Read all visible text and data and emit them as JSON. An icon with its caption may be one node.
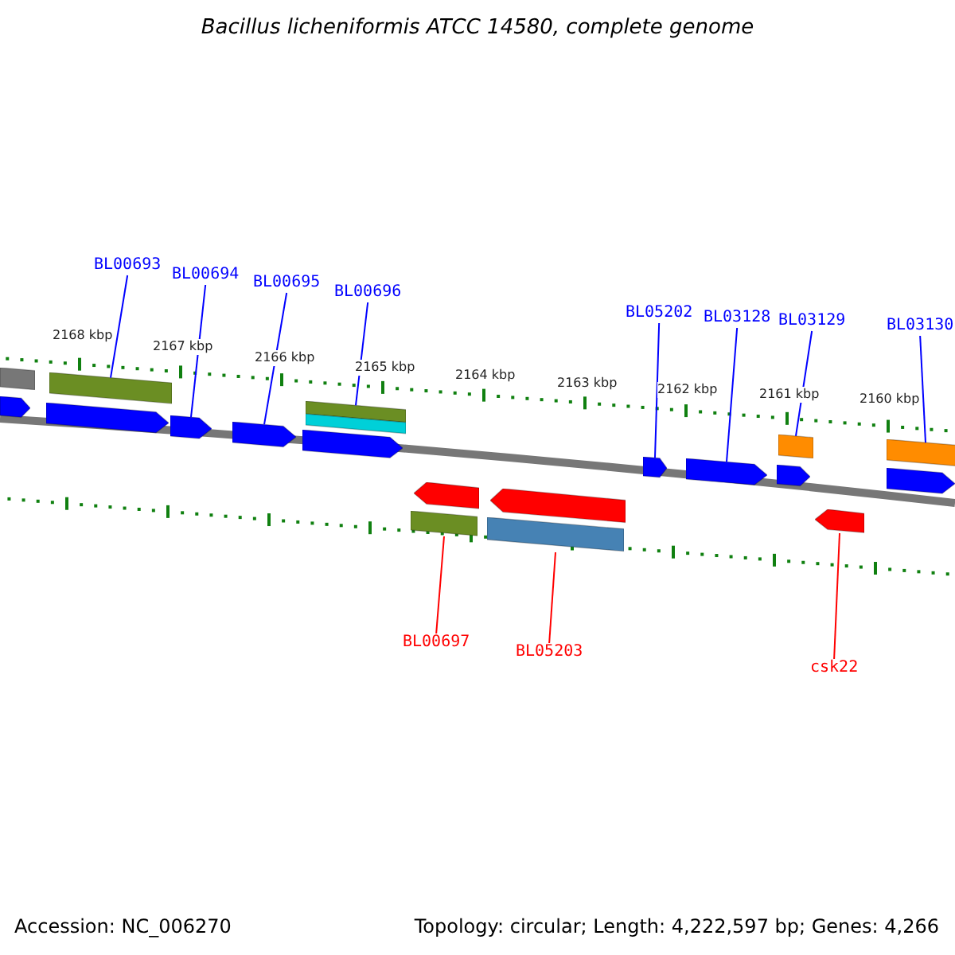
{
  "diagram": {
    "title": "Bacillus licheniformis ATCC 14580, complete genome",
    "nodes": [
      {
        "text": [
          "BL00693"
        ]
      },
      {
        "text": [
          "BL00694"
        ]
      },
      {
        "text": [
          "BL00695"
        ]
      },
      {
        "text": [
          "BL00696"
        ]
      },
      {
        "text": [
          "BL05202"
        ]
      },
      {
        "text": [
          "BL03128"
        ]
      },
      {
        "text": [
          "BL03129"
        ]
      },
      {
        "text": [
          "BL03130"
        ]
      },
      {
        "text": [
          "BL00697"
        ]
      },
      {
        "text": [
          "BL05203"
        ]
      },
      {
        "text": [
          "csk22"
        ]
      },
      {
        "text": [],
        "shape": "bar"
      },
      {
        "text": [],
        "shape": "arrow"
      },
      {
        "text": [],
        "shape": "arrow"
      },
      {
        "text": [],
        "shape": "bar"
      },
      {
        "text": [],
        "shape": "arrow"
      },
      {
        "text": [],
        "shape": "arrow"
      },
      {
        "text": [],
        "shape": "bar"
      },
      {
        "text": [],
        "shape": "bar"
      },
      {
        "text": [],
        "shape": "bar"
      },
      {
        "text": [],
        "shape": "bar"
      },
      {
        "text": [],
        "shape": "arrow"
      },
      {
        "text": [],
        "shape": "bar"
      },
      {
        "text": [],
        "shape": "arrow"
      },
      {
        "text": [],
        "shape": "arrow"
      },
      {
        "text": [],
        "shape": "bar"
      },
      {
        "text": [],
        "shape": "arrow"
      },
      {
        "text": [],
        "shape": "arrow"
      },
      {
        "text": [],
        "shape": "arrow"
      },
      {
        "text": [],
        "shape": "arrow"
      },
      {
        "text": [],
        "shape": "arrow"
      }
    ],
    "edges": [
      {
        "from": 0,
        "to": 11,
        "arrow": "none"
      },
      {
        "from": 1,
        "to": 12,
        "arrow": "none"
      },
      {
        "from": 2,
        "to": 13,
        "arrow": "none"
      },
      {
        "from": 3,
        "to": 14,
        "arrow": "none"
      },
      {
        "from": 4,
        "to": 15,
        "arrow": "none"
      },
      {
        "from": 5,
        "to": 16,
        "arrow": "none"
      },
      {
        "from": 6,
        "to": 17,
        "arrow": "none"
      },
      {
        "from": 7,
        "to": 18,
        "arrow": "none"
      },
      {
        "from": 8,
        "to": 19,
        "arrow": "none",
        "color": "#ff0000"
      },
      {
        "from": 9,
        "to": 20,
        "arrow": "none",
        "color": "#ff0000"
      },
      {
        "from": 10,
        "to": 21,
        "arrow": "none",
        "color": "#ff0000"
      }
    ],
    "labels": [
      "2168 kbp",
      "2167 kbp",
      "2166 kbp",
      "2165 kbp",
      "2164 kbp",
      "2163 kbp",
      "2162 kbp",
      "2161 kbp",
      "2160 kbp",
      "Accession: NC_006270",
      "Topology: circular; Length: 4,222,597 bp; Genes: 4,266"
    ]
  }
}
